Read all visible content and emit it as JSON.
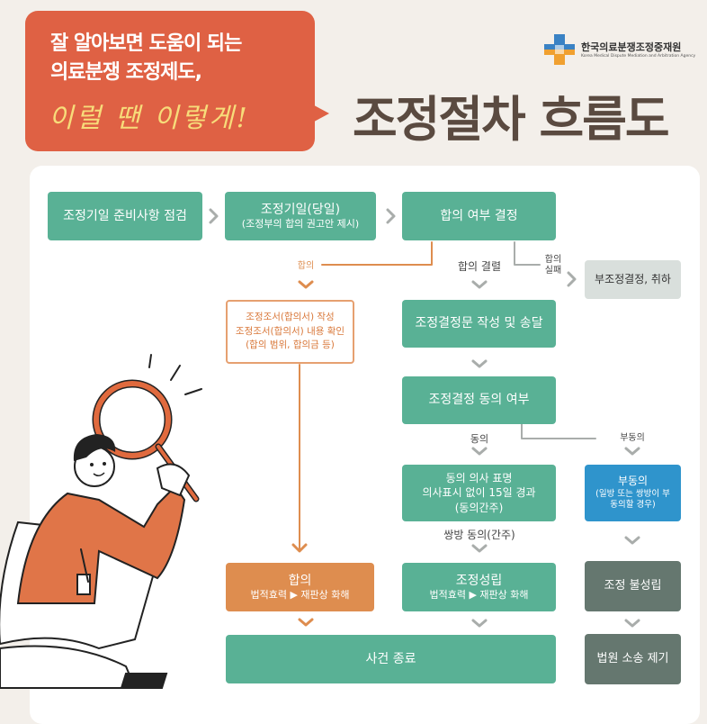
{
  "header": {
    "bubble_line1": "잘 알아보면 도움이 되는",
    "bubble_line2": "의료분쟁 조정제도,",
    "bubble_handwritten": "이럴 땐 이렇게!",
    "title": "조정절차 흐름도",
    "org_name_ko": "한국의료분쟁조정중재원",
    "org_name_en": "Korea Medical Dispute Mediation and Arbitration Agency"
  },
  "colors": {
    "background": "#f3efea",
    "bubble": "#df6144",
    "green": "#59b195",
    "orange": "#de8d4f",
    "blue": "#2f94cc",
    "dark_gray": "#65776f",
    "light_gray": "#d9dfdc",
    "title": "#5a4a40"
  },
  "flow": {
    "step1": "조정기일 준비사항 점검",
    "step2_main": "조정기일(당일)",
    "step2_sub": "(조정부의 합의 권고안 제시)",
    "step3": "합의 여부 결정",
    "label_agree": "합의",
    "label_breakdown": "합의 결렬",
    "label_fail": "합의\n실패",
    "fail_result": "부조정결정, 취하",
    "agree_doc": [
      "조정조서(합의서) 작성",
      "조정조서(합의서) 내용 확인",
      "(합의 범위, 합의금 등)"
    ],
    "decision_doc": "조정결정문 작성 및 송달",
    "consent_q": "조정결정 동의 여부",
    "label_consent": "동의",
    "label_disagree": "부동의",
    "consent_box": [
      "동의 의사 표명",
      "의사표시 없이 15일 경과",
      "(동의간주)"
    ],
    "disagree_main": "부동의",
    "disagree_sub": "(일방 또는 쌍방이 부동의할 경우)",
    "label_both": "쌍방 동의(간주)",
    "agree_final_main": "합의",
    "agree_final_sub": "법적효력 ▶ 재판상 화해",
    "med_final_main": "조정성립",
    "med_final_sub": "법적효력 ▶ 재판상 화해",
    "med_fail": "조정 불성립",
    "case_end": "사건 종료",
    "lawsuit": "법원 소송 제기"
  }
}
